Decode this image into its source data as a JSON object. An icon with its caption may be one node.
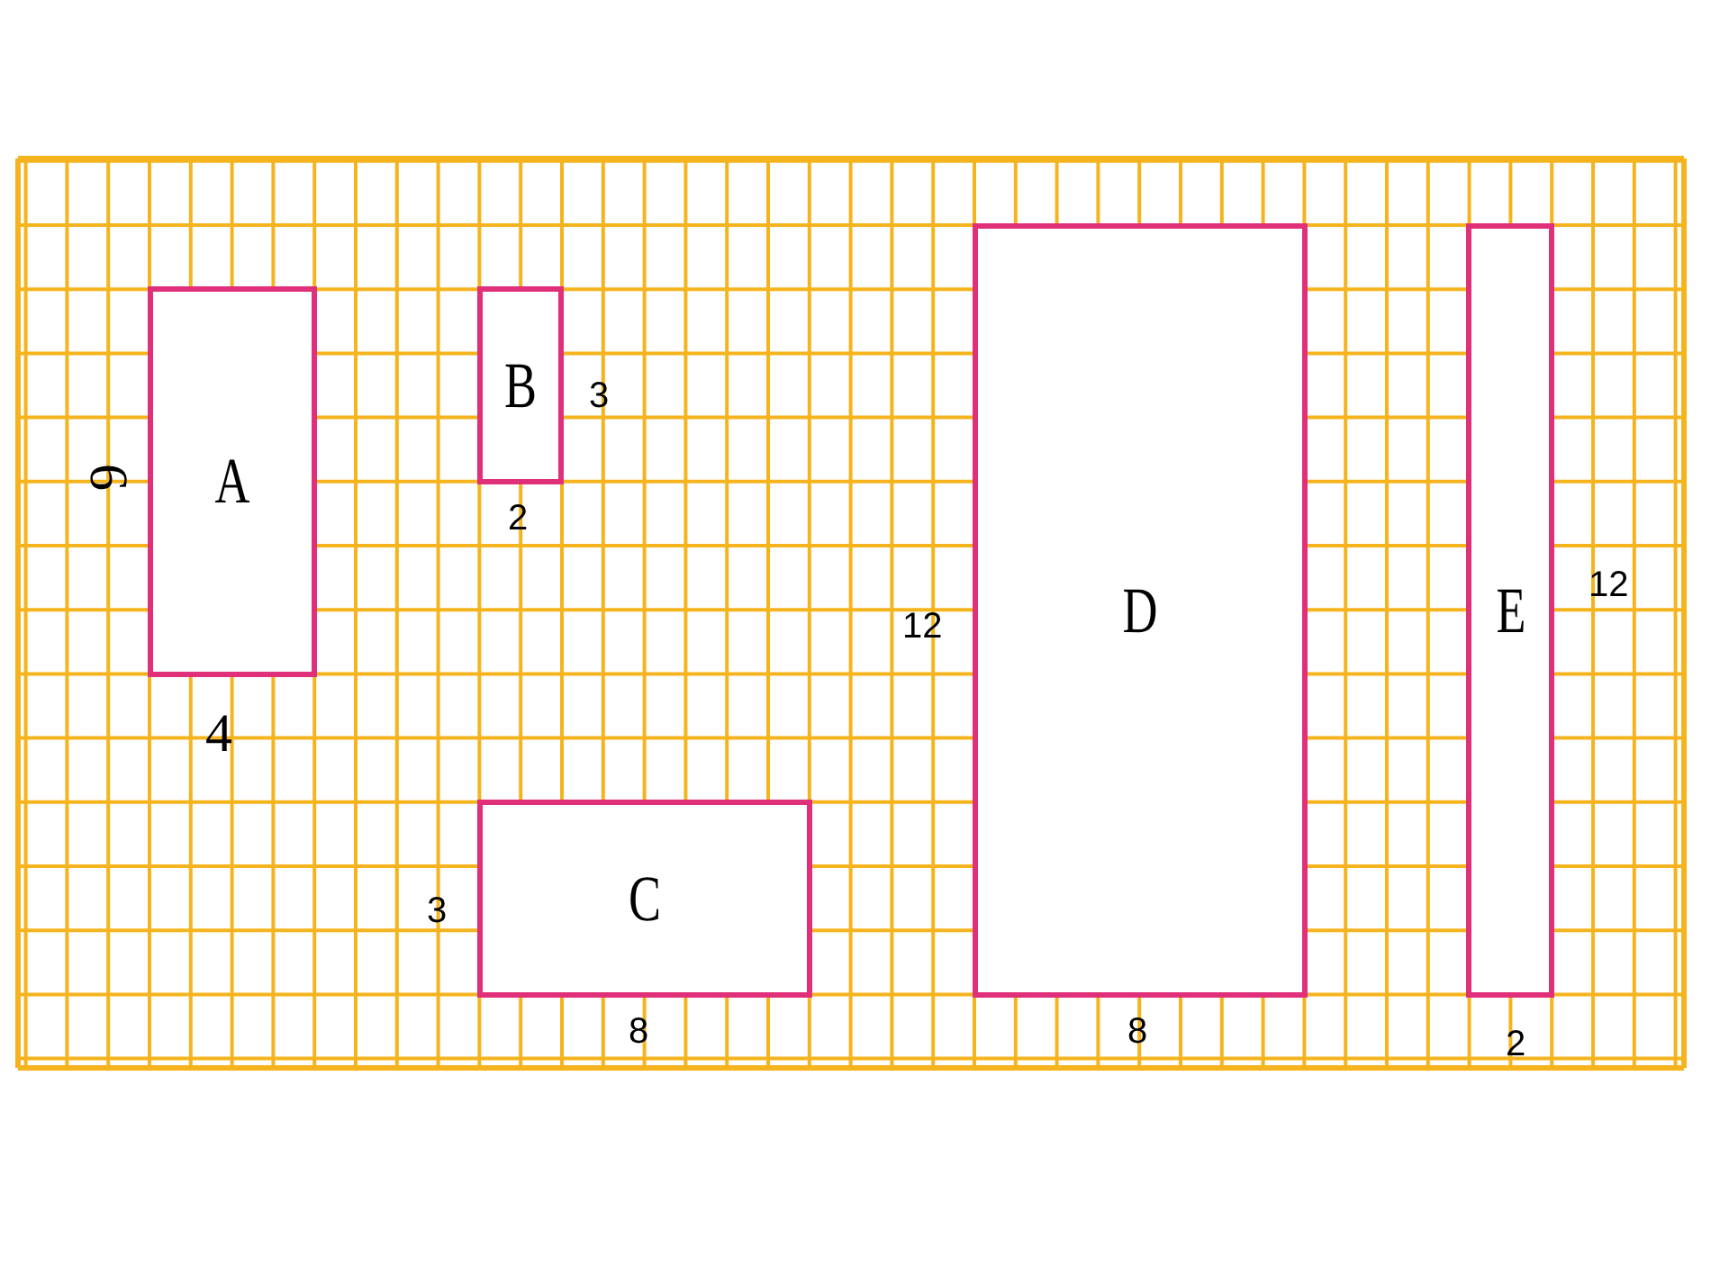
{
  "diagram": {
    "nodes": [
      {
        "text": [
          "A"
        ]
      },
      {
        "text": [
          "B"
        ]
      },
      {
        "text": [
          "C"
        ]
      },
      {
        "text": [
          "D"
        ]
      },
      {
        "text": [
          "E"
        ]
      }
    ],
    "labels": [
      "6",
      "4",
      "3",
      "2",
      "12",
      "3",
      "8",
      "8",
      "12",
      "2"
    ]
  }
}
